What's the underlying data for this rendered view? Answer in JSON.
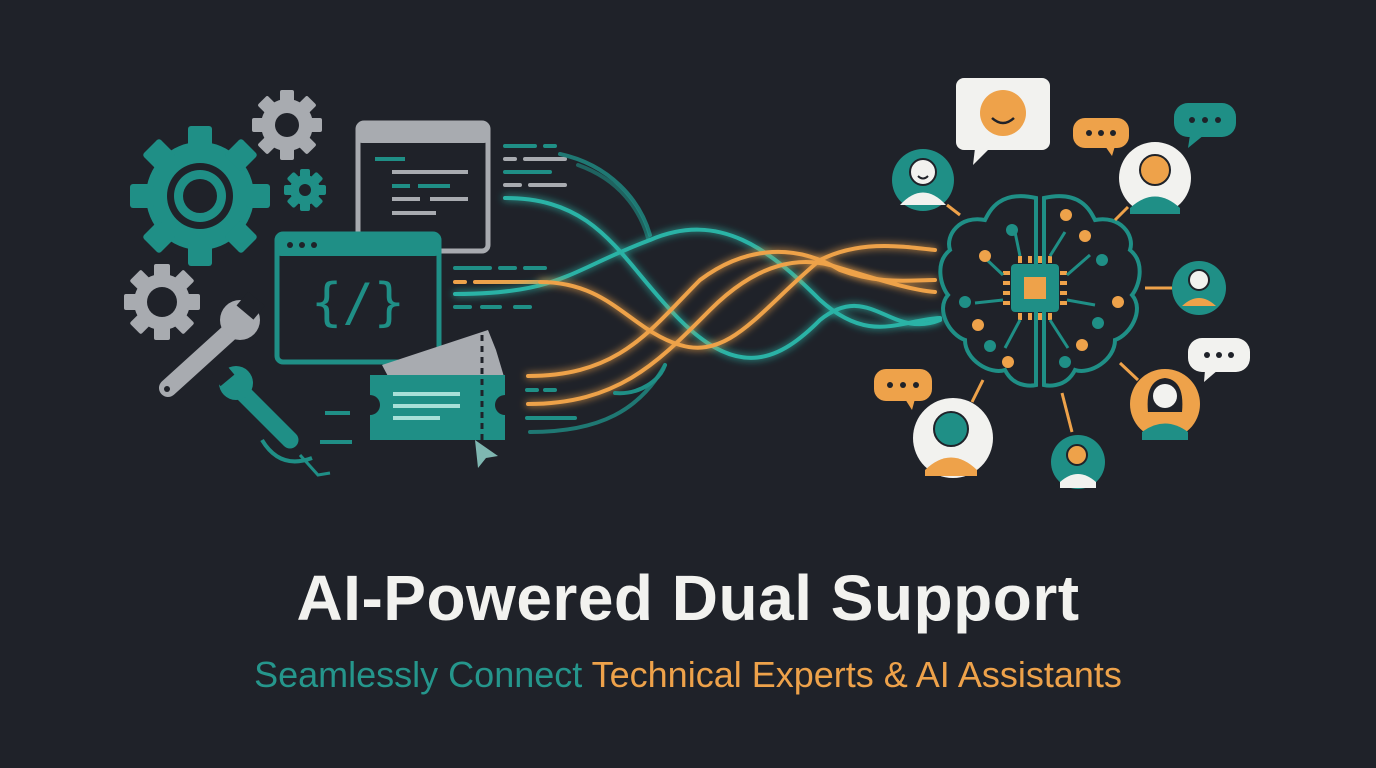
{
  "title": "AI-Powered Dual Support",
  "subtitle": {
    "part1": "Seamlessly Connect",
    "part2": "Technical Experts & AI Assistants"
  },
  "illustration": {
    "left_group": [
      "large-gear-icon",
      "small-gear-icon",
      "tiny-gear-icon",
      "gear-icon",
      "wrench-icon",
      "wrench-icon",
      "document-window-icon",
      "code-window-icon",
      "ticket-icon",
      "cursor-icon"
    ],
    "center": "flowing-connection-lines",
    "right_group": [
      "ai-brain-chip-icon",
      "user-avatar-icon",
      "chat-bubble-icon"
    ],
    "code_glyph": "{ / }"
  },
  "colors": {
    "background": "#1f2229",
    "teal": "#1f8f86",
    "orange": "#eea24a",
    "gray": "#a8abb0",
    "white": "#f2f2ef"
  }
}
